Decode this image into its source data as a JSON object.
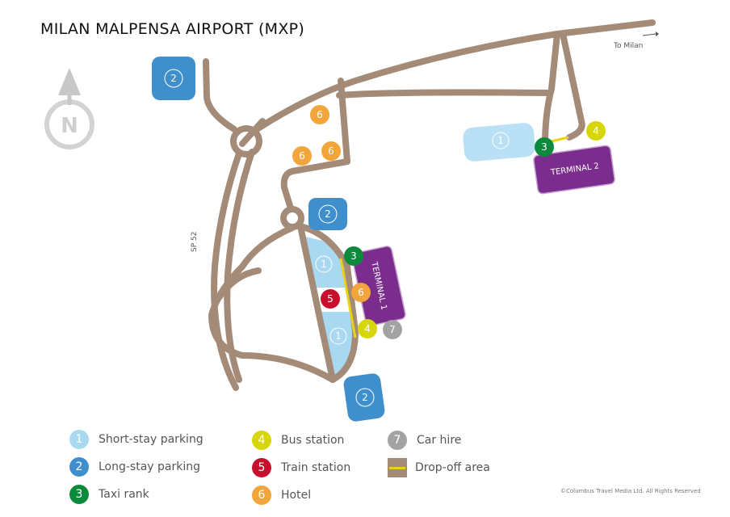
{
  "title": "MILAN MALPENSA AIRPORT (MXP)",
  "compass_label": "N",
  "labels": {
    "to_milan": "To Milan",
    "sp52": "SP 52",
    "terminal1": "TERMINAL 1",
    "terminal2": "TERMINAL 2"
  },
  "markers": {
    "short": "1",
    "long": "2",
    "taxi": "3",
    "bus": "4",
    "train": "5",
    "hotel": "6",
    "car": "7"
  },
  "legend": [
    {
      "num": "1",
      "label": "Short-stay parking",
      "color": "#a9d9f1"
    },
    {
      "num": "2",
      "label": "Long-stay parking",
      "color": "#3f8fcd"
    },
    {
      "num": "3",
      "label": "Taxi rank",
      "color": "#0b8a3c"
    },
    {
      "num": "4",
      "label": "Bus station",
      "color": "#d6d60a"
    },
    {
      "num": "5",
      "label": "Train station",
      "color": "#c8102e"
    },
    {
      "num": "6",
      "label": "Hotel",
      "color": "#f2a53a"
    },
    {
      "num": "7",
      "label": "Car hire",
      "color": "#a3a3a3"
    },
    {
      "label": "Drop-off area"
    }
  ],
  "copyright": "©Columbus Travel Media Ltd. All Rights Reserved",
  "colors": {
    "road": "#a48b78",
    "terminal": "#7b2d8e",
    "dropoff": "#e8d21a"
  }
}
